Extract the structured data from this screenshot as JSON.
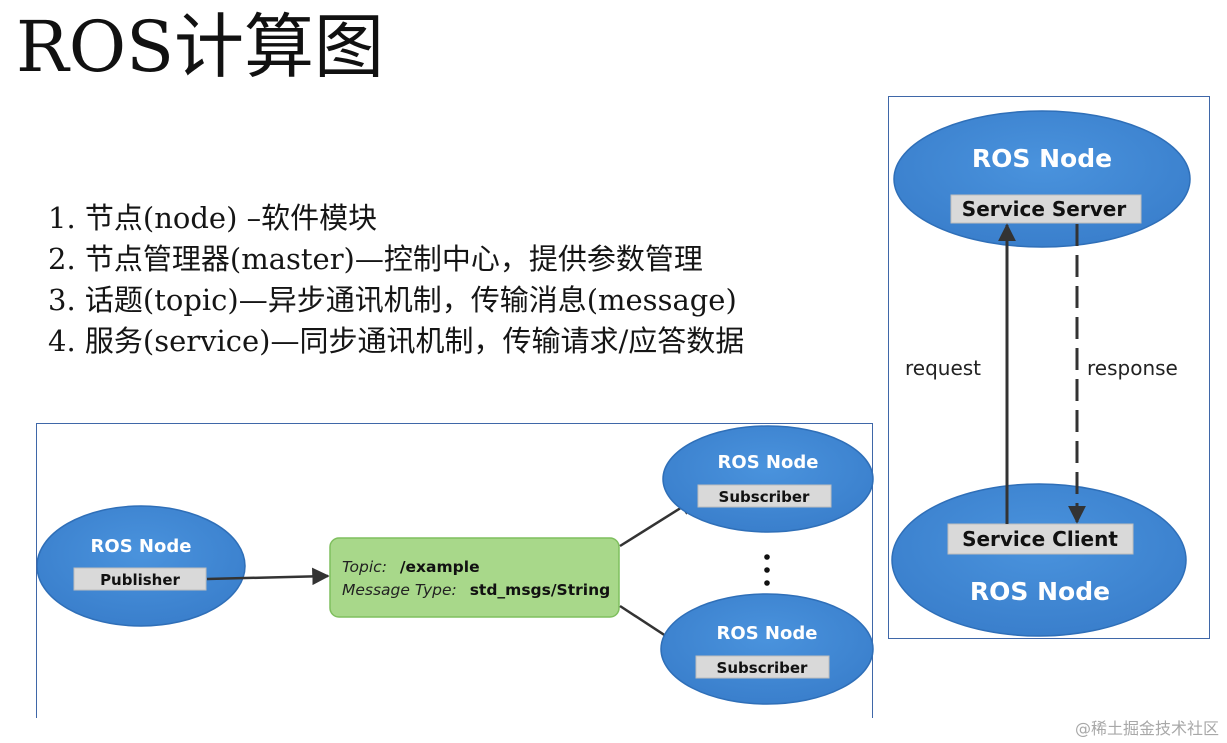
{
  "title": "ROS计算图",
  "bullets": [
    "1. 节点(node) –软件模块",
    "2. 节点管理器(master)—控制中心，提供参数管理",
    "3. 话题(topic)—异步通讯机制，传输消息(message)",
    "4. 服务(service)—同步通讯机制，传输请求/应答数据"
  ],
  "topic_diagram": {
    "publisher_node": {
      "title": "ROS Node",
      "role": "Publisher"
    },
    "topic_box": {
      "topic_label": "Topic:",
      "topic_value": "/example",
      "type_label": "Message Type:",
      "type_value": "std_msgs/String"
    },
    "subscriber_nodes": [
      {
        "title": "ROS Node",
        "role": "Subscriber"
      },
      {
        "title": "ROS Node",
        "role": "Subscriber"
      }
    ]
  },
  "service_diagram": {
    "server_node": {
      "title": "ROS Node",
      "role": "Service Server"
    },
    "client_node": {
      "title": "ROS Node",
      "role": "Service Client"
    },
    "request_label": "request",
    "response_label": "response"
  },
  "watermark": "@稀土掘金技术社区",
  "colors": {
    "node_fill": "#3f87d6",
    "node_edge": "#2f6fb8",
    "role_box": "#d9d9d9",
    "topic_fill": "#a8d88a",
    "topic_edge": "#7fbf5e",
    "arrow": "#333333",
    "panel_border": "#3f67a8"
  }
}
